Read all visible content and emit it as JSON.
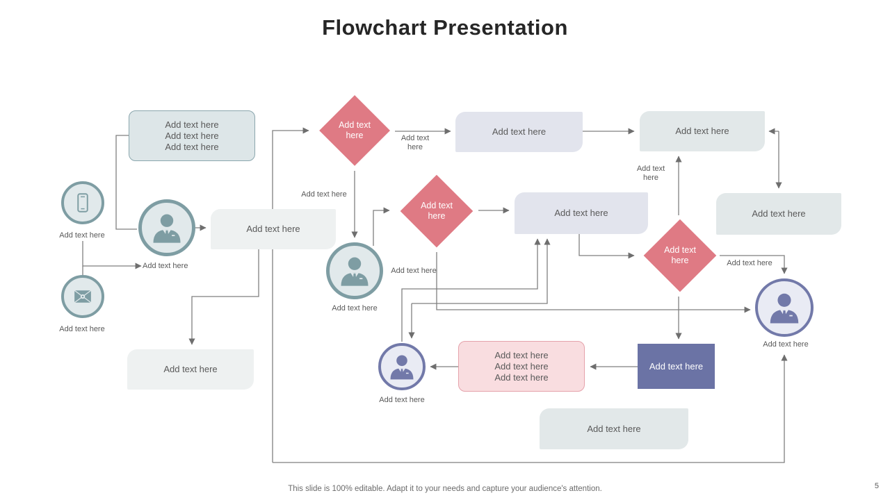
{
  "slide": {
    "title": "Flowchart Presentation",
    "footer": "This slide is 100% editable. Adapt it to your needs and capture your audience's attention.",
    "page_number": "5"
  },
  "labels": {
    "placeholder": "Add text here"
  },
  "icons": [
    "phone-icon",
    "person-icon",
    "envelope-icon"
  ],
  "colors": {
    "diamond": "#df7a84",
    "teal_border": "#7e9da3",
    "teal_fill": "#e1e9eb",
    "purple_border": "#7279a9",
    "purple_fill": "#e9ebf4",
    "dark_box": "#6b73a5",
    "pink_fill": "#f9dde0",
    "pink_border": "#e5a2ab",
    "lavender_fill": "#e2e4ed",
    "gray_fill": "#e2e8e9",
    "light_fill": "#eef1f1",
    "box_border_teal": "#8aa6ad",
    "teal_box_fill": "#dde6e8",
    "connector": "#7f7f7f",
    "text": "#595959",
    "title": "#262626"
  }
}
